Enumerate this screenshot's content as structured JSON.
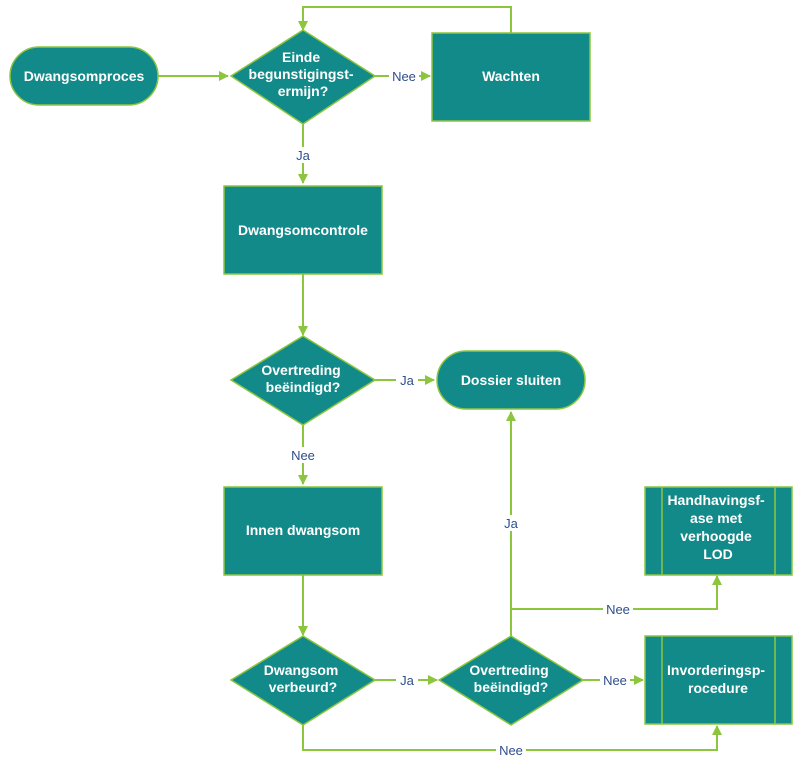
{
  "colors": {
    "node_fill": "#138a8a",
    "node_stroke": "#8cc63f",
    "arrow": "#8cc63f",
    "text": "#ffffff",
    "edge_label": "#2f4e8c"
  },
  "nodes": {
    "start": [
      "Dwangsomproces"
    ],
    "einde_begunstiging": [
      "Einde",
      "begunstigingst-",
      "ermijn?"
    ],
    "wachten": [
      "Wachten"
    ],
    "dwangsomcontrole": [
      "Dwangsomcontrole"
    ],
    "overtreding_1": [
      "Overtreding",
      "beëindigd?"
    ],
    "dossier_sluiten": [
      "Dossier sluiten"
    ],
    "innen_dwangsom": [
      "Innen dwangsom"
    ],
    "dwangsom_verbeurd": [
      "Dwangsom",
      "verbeurd?"
    ],
    "overtreding_2": [
      "Overtreding",
      "beëindigd?"
    ],
    "handhavingsfase": [
      "Handhavingsf-",
      "ase met",
      "verhoogde",
      "LOD"
    ],
    "invorderingsprocedure": [
      "Invorderingsp-",
      "rocedure"
    ]
  },
  "edges": {
    "nee_wachten": "Nee",
    "ja_controle": "Ja",
    "ja_dossier_1": "Ja",
    "nee_innen": "Nee",
    "ja_overtreding_2": "Ja",
    "ja_dossier_2": "Ja",
    "nee_handhaving": "Nee",
    "nee_invordering_1": "Nee",
    "nee_invordering_2": "Nee"
  }
}
